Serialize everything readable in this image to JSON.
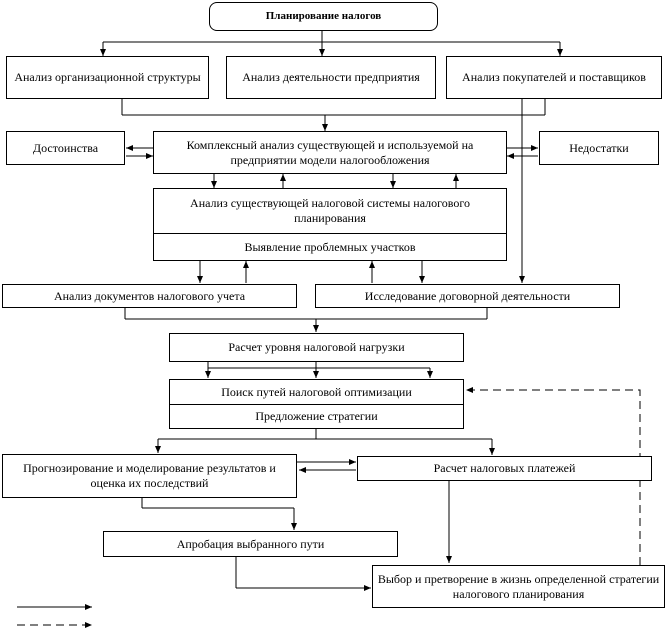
{
  "title": "Планирование налогов",
  "top_row": {
    "org_structure": "Анализ организационной структуры",
    "enterprise_activity": "Анализ деятельности предприятия",
    "buyers_suppliers": "Анализ покупателей и поставщиков"
  },
  "advantages": "Достоинства",
  "disadvantages": "Недостатки",
  "complex_analysis": "Комплексный анализ существующей и используемой на предприятии модели налогообложения",
  "existing_system": {
    "top": "Анализ существующей налоговой системы налогового планирования",
    "bottom": "Выявление проблемных участков"
  },
  "tax_docs": "Анализ документов налогового учета",
  "contract_study": "Исследование договорной деятельности",
  "tax_burden": "Расчет уровня налоговой нагрузки",
  "optimization": {
    "top": "Поиск путей налоговой оптимизации",
    "bottom": "Предложение стратегии"
  },
  "forecasting": "Прогнозирование и моделирование результатов и оценка их последствий",
  "tax_payments": "Расчет налоговых платежей",
  "approbation": "Апробация выбранного пути",
  "strategy_choice": "Выбор и претворение в жизнь определенной стратегии налогового планирования"
}
